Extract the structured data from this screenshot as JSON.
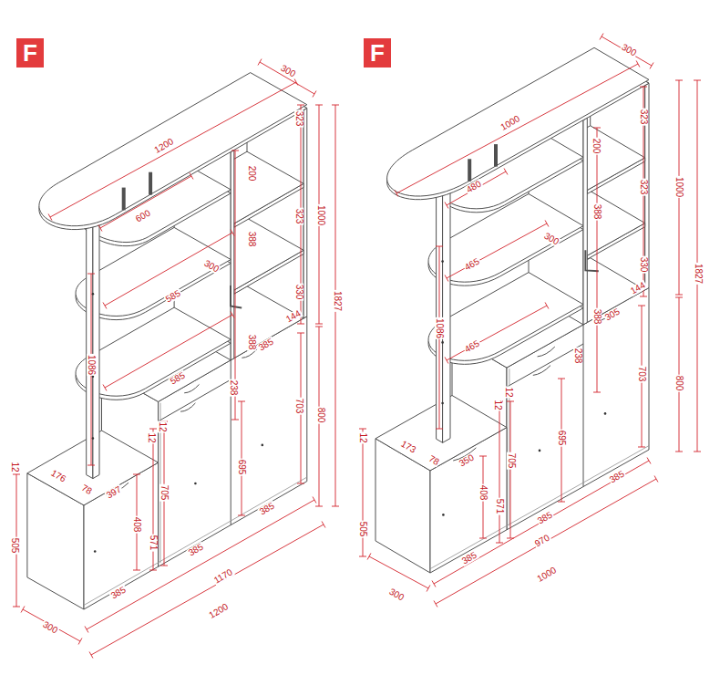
{
  "diagram": {
    "nodes": [
      {
        "text": [
          "F"
        ]
      },
      {
        "text": [
          "F"
        ]
      }
    ],
    "labels": [
      "300",
      "1200",
      "600",
      "323",
      "200",
      "323",
      "388",
      "300",
      "1000",
      "1827",
      "585",
      "330",
      "388",
      "1086",
      "144",
      "385",
      "585",
      "238",
      "703",
      "800",
      "12",
      "12",
      "695",
      "12",
      "176",
      "78",
      "397",
      "705",
      "408",
      "571",
      "505",
      "385",
      "385",
      "385",
      "1170",
      "1200",
      "300",
      "300",
      "1000",
      "323",
      "480",
      "200",
      "323",
      "1000",
      "1827",
      "388",
      "300",
      "465",
      "330",
      "144",
      "1086",
      "388",
      "305",
      "465",
      "238",
      "703",
      "800",
      "12",
      "12",
      "12",
      "173",
      "78",
      "350",
      "705",
      "695",
      "408",
      "571",
      "505",
      "385",
      "385",
      "385",
      "970",
      "1000",
      "300"
    ]
  }
}
